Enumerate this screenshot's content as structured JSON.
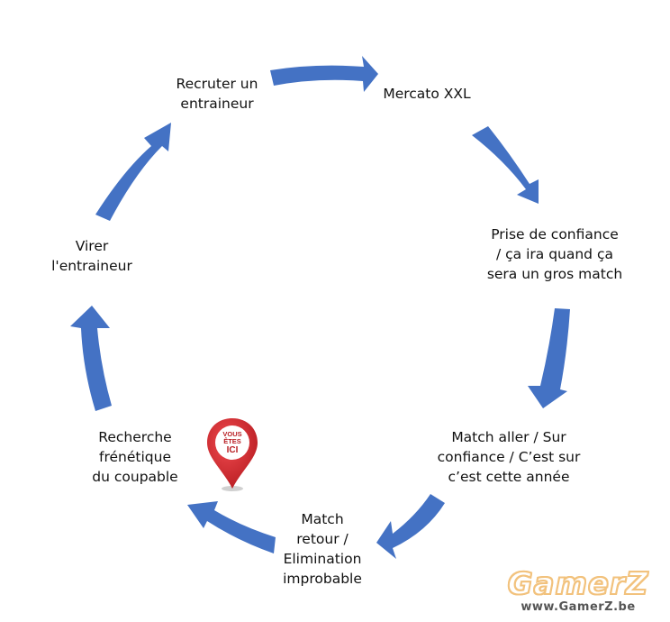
{
  "diagram": {
    "steps": [
      {
        "id": "recruter",
        "label": "Recruter un\nentraineur"
      },
      {
        "id": "mercato",
        "label": "Mercato XXL"
      },
      {
        "id": "prise",
        "label": "Prise de confiance\n/ ça ira quand ça\nsera un gros match"
      },
      {
        "id": "aller",
        "label": "Match aller / Sur\nconfiance / C’est sur\nc’est cette année"
      },
      {
        "id": "retour",
        "label": "Match\nretour /\nElimination\nimprobable"
      },
      {
        "id": "recherche",
        "label": "Recherche\nfrénétique\ndu coupable"
      },
      {
        "id": "virer",
        "label": "Virer\nl'entraineur"
      }
    ],
    "marker": {
      "line1": "VOUS",
      "line2": "ÊTES",
      "line3": "ICI",
      "attached_to": "recherche"
    },
    "arrow_color": "#4472c4",
    "marker_color": "#d9262c"
  },
  "watermark": {
    "logo": "GamerZ",
    "url": "www.GamerZ.be"
  }
}
